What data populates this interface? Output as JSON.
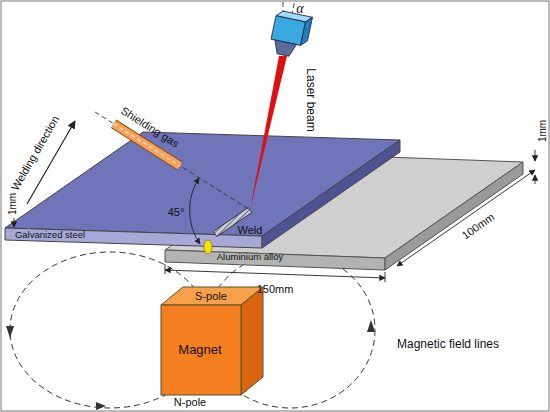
{
  "diagram": {
    "nodes": [
      {
        "text": [
          "S-pole",
          "Magnet"
        ]
      }
    ],
    "labels": [
      "α",
      "Laser beam",
      "Shielding gas",
      "Welding direction",
      "45°",
      "Weld",
      "1mm",
      "1mm",
      "Galvanized steel",
      "Aluminium alloy",
      "150mm",
      "100mm",
      "N-pole",
      "Magnetic field lines"
    ]
  }
}
